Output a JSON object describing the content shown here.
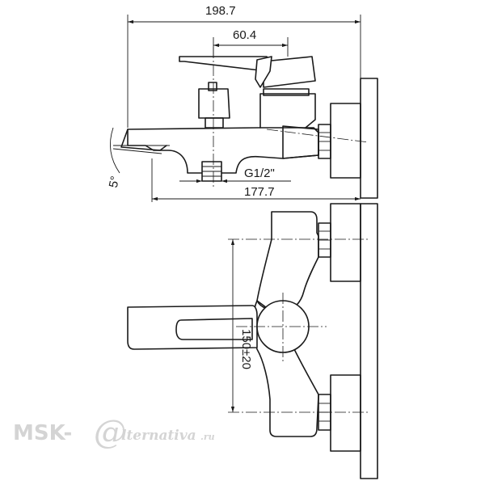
{
  "dimensions": {
    "overall_length": "198.7",
    "handle_offset": "60.4",
    "thread": "G1/2\"",
    "spout_length": "177.7",
    "angle": "5°",
    "center_distance": "150±20"
  },
  "watermark": {
    "prefix": "MSK-",
    "at": "@",
    "suffix": "lternativa",
    "tld": ".ru"
  },
  "colors": {
    "line": "#1a1a1a",
    "watermark": "#d4d4d4"
  }
}
